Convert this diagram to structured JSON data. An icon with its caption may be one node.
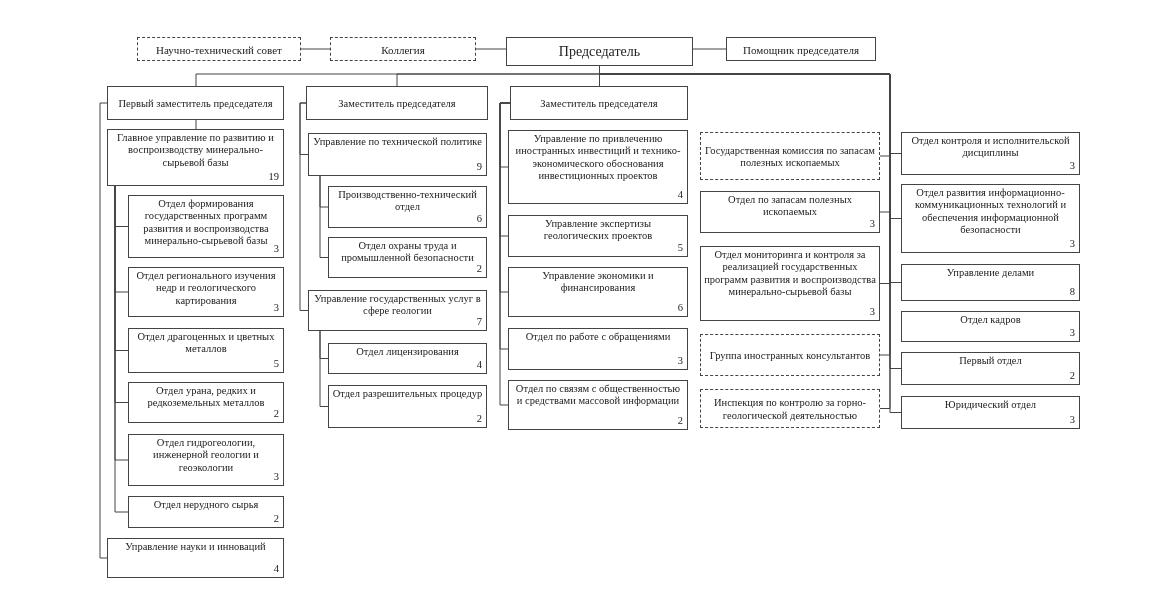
{
  "diagram": {
    "nodes": [
      {
        "text": [
          "Научно-технический совет"
        ]
      },
      {
        "text": [
          "Коллегия"
        ]
      },
      {
        "text": [
          "Председатель"
        ]
      },
      {
        "text": [
          "Помощник председателя"
        ]
      },
      {
        "text": [
          "Первый заместитель председателя"
        ]
      },
      {
        "text": [
          "Заместитель председателя"
        ]
      },
      {
        "text": [
          "Заместитель председателя"
        ]
      },
      {
        "text": [
          "Главное управление по развитию и воспроизводству минерально-сырьевой базы",
          "19"
        ]
      },
      {
        "text": [
          "Отдел формирования государственных программ развития и воспроизводства минерально-сырьевой базы",
          "3"
        ]
      },
      {
        "text": [
          "Отдел регионального изучения недр и геологического картирования",
          "3"
        ]
      },
      {
        "text": [
          "Отдел драгоценных и цветных металлов",
          "5"
        ]
      },
      {
        "text": [
          "Отдел урана, редких и редкоземельных металлов",
          "2"
        ]
      },
      {
        "text": [
          "Отдел гидрогеологии, инженерной геологии и геоэкологии",
          "3"
        ]
      },
      {
        "text": [
          "Отдел нерудного сырья",
          "2"
        ]
      },
      {
        "text": [
          "Управление науки и инноваций",
          "4"
        ]
      },
      {
        "text": [
          "Управление по технической политике",
          "9"
        ]
      },
      {
        "text": [
          "Производственно-технический отдел",
          "6"
        ]
      },
      {
        "text": [
          "Отдел охраны труда и промышленной безопасности",
          "2"
        ]
      },
      {
        "text": [
          "Управление государственных услуг в сфере геологии",
          "7"
        ]
      },
      {
        "text": [
          "Отдел лицензирования",
          "4"
        ]
      },
      {
        "text": [
          "Отдел разрешительных процедур",
          "2"
        ]
      },
      {
        "text": [
          "Управление по привлечению иностранных инвестиций и технико-экономического обоснования инвестиционных проектов",
          "4"
        ]
      },
      {
        "text": [
          "Управление экспертизы геологических проектов",
          "5"
        ]
      },
      {
        "text": [
          "Управление экономики и финансирования",
          "6"
        ]
      },
      {
        "text": [
          "Отдел по работе с обращениями",
          "3"
        ]
      },
      {
        "text": [
          "Отдел по связям с общественностью и средствами массовой информации",
          "2"
        ]
      },
      {
        "text": [
          "Государственная комиссия по запасам полезных ископаемых"
        ]
      },
      {
        "text": [
          "Отдел по запасам полезных ископаемых",
          "3"
        ]
      },
      {
        "text": [
          "Отдел мониторинга и контроля за реализацией государственных программ развития и воспроизводства минерально-сырьевой базы",
          "3"
        ]
      },
      {
        "text": [
          "Группа иностранных консультантов"
        ]
      },
      {
        "text": [
          "Инспекция по контролю за горно-геологической деятельностью"
        ]
      },
      {
        "text": [
          "Отдел контроля и исполнительской дисциплины",
          "3"
        ]
      },
      {
        "text": [
          "Отдел развития информационно-коммуникационных технологий и обеспечения информационной безопасности",
          "3"
        ]
      },
      {
        "text": [
          "Управление делами",
          "8"
        ]
      },
      {
        "text": [
          "Отдел кадров",
          "3"
        ]
      },
      {
        "text": [
          "Первый отдел",
          "2"
        ]
      },
      {
        "text": [
          "Юридический отдел",
          "3"
        ]
      }
    ],
    "edges": [
      {
        "from": 0,
        "to": 1,
        "arrow": "none"
      },
      {
        "from": 1,
        "to": 2,
        "arrow": "none"
      },
      {
        "from": 2,
        "to": 3,
        "arrow": "none"
      },
      {
        "from": 2,
        "to": 4,
        "arrow": "none"
      },
      {
        "from": 2,
        "to": 5,
        "arrow": "none"
      },
      {
        "from": 2,
        "to": 6,
        "arrow": "none"
      },
      {
        "from": 4,
        "to": 7,
        "arrow": "none"
      },
      {
        "from": 4,
        "to": 14,
        "arrow": "none"
      },
      {
        "from": 7,
        "to": 8,
        "arrow": "none"
      },
      {
        "from": 7,
        "to": 9,
        "arrow": "none"
      },
      {
        "from": 7,
        "to": 10,
        "arrow": "none"
      },
      {
        "from": 7,
        "to": 11,
        "arrow": "none"
      },
      {
        "from": 7,
        "to": 12,
        "arrow": "none"
      },
      {
        "from": 7,
        "to": 13,
        "arrow": "none"
      },
      {
        "from": 5,
        "to": 15,
        "arrow": "none"
      },
      {
        "from": 5,
        "to": 18,
        "arrow": "none"
      },
      {
        "from": 15,
        "to": 16,
        "arrow": "none"
      },
      {
        "from": 15,
        "to": 17,
        "arrow": "none"
      },
      {
        "from": 18,
        "to": 19,
        "arrow": "none"
      },
      {
        "from": 18,
        "to": 20,
        "arrow": "none"
      },
      {
        "from": 6,
        "to": 21,
        "arrow": "none"
      },
      {
        "from": 6,
        "to": 22,
        "arrow": "none"
      },
      {
        "from": 6,
        "to": 23,
        "arrow": "none"
      },
      {
        "from": 6,
        "to": 24,
        "arrow": "none"
      },
      {
        "from": 6,
        "to": 25,
        "arrow": "none"
      },
      {
        "from": 2,
        "to": 26,
        "arrow": "none"
      },
      {
        "from": 2,
        "to": 27,
        "arrow": "none"
      },
      {
        "from": 2,
        "to": 28,
        "arrow": "none"
      },
      {
        "from": 2,
        "to": 29,
        "arrow": "none"
      },
      {
        "from": 2,
        "to": 30,
        "arrow": "none"
      },
      {
        "from": 2,
        "to": 31,
        "arrow": "none"
      },
      {
        "from": 2,
        "to": 32,
        "arrow": "none"
      },
      {
        "from": 2,
        "to": 33,
        "arrow": "none"
      },
      {
        "from": 2,
        "to": 35,
        "arrow": "none"
      },
      {
        "from": 2,
        "to": 36,
        "arrow": "none"
      }
    ]
  }
}
